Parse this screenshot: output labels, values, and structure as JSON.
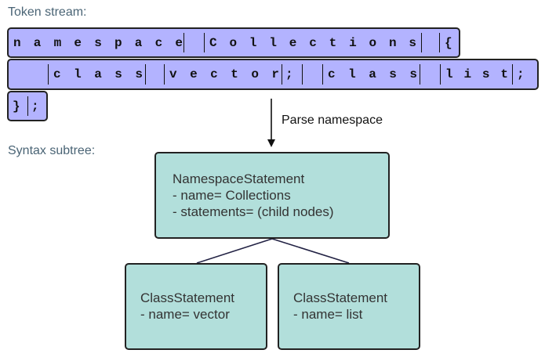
{
  "token_stream_label": "Token stream:",
  "syntax_subtree_label": "Syntax subtree:",
  "arrow_label": "Parse namespace",
  "tokens": {
    "namespace": "namespace",
    "collections": "Collections",
    "open_brace": "{",
    "class1": "class",
    "vector": "vector",
    "semi1": ";",
    "class2": "class",
    "list": "list",
    "semi2": ";",
    "close_brace": "}",
    "semi3": ";"
  },
  "nodes": {
    "namespace": {
      "title": "NamespaceStatement",
      "line1": "- name= Collections",
      "line2": "- statements= (child nodes)"
    },
    "class_vector": {
      "title": "ClassStatement",
      "line1": "- name= vector"
    },
    "class_list": {
      "title": "ClassStatement",
      "line1": "- name= list"
    }
  },
  "colors": {
    "token_fill": "#b3b3ff",
    "node_fill": "#b2dfdb",
    "label_text": "#4a6475"
  }
}
